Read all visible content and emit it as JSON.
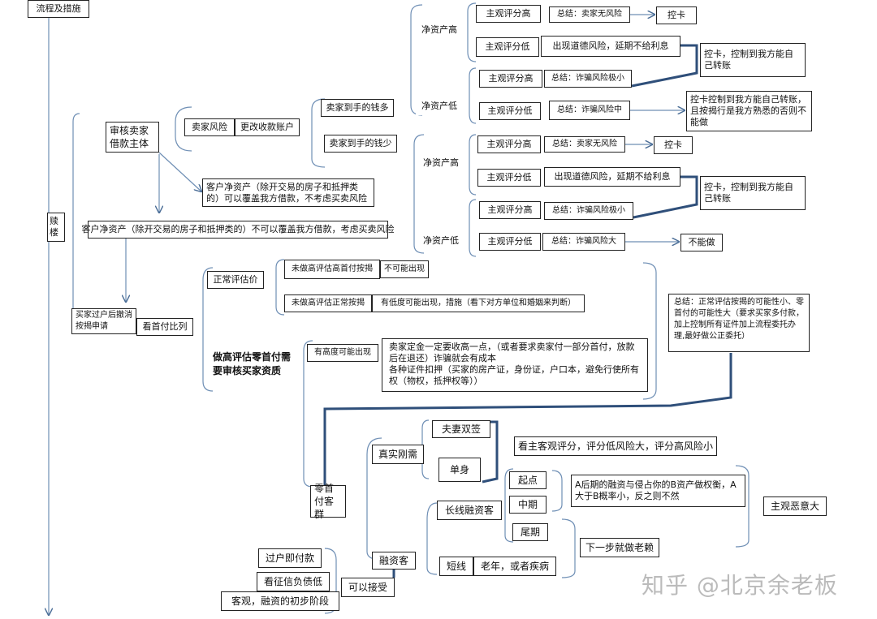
{
  "title": "流程及措施",
  "redeem": "赎楼",
  "seller": {
    "audit": "审核卖家借款主体",
    "risk": "卖家风险",
    "change_account": "更改收款账户",
    "money_more": "卖家到手的钱多",
    "money_less": "卖家到手的钱少",
    "net_cover": "客户净资产（除开交易的房子和抵押类的）可以覆盖我方借款，不考虑买卖风险",
    "net_not_cover": "客户净资产（除开交易的房子和抵押类的）不可以覆盖我方借款，考虑买卖风险"
  },
  "branch_more": {
    "net_high": "净资产高",
    "net_low": "净资产低",
    "rows": [
      {
        "score": "主观评分高",
        "result": "总结：卖家无风险",
        "action": "控卡"
      },
      {
        "score": "主观评分低",
        "result": "出现道德风险，延期不给利息"
      },
      {
        "score": "主观评分高",
        "result": "总结：诈骗风险极小"
      },
      {
        "score": "主观评分低",
        "result": "总结：诈骗风险中"
      }
    ],
    "control_card": "控卡，控制到我方能自己转账",
    "control_full": "控卡控制到我方能自己转账，且按揭行是我方熟悉的否则不能做"
  },
  "branch_less": {
    "net_high": "净资产高",
    "net_low": "净资产低",
    "rows": [
      {
        "score": "主观评分高",
        "result": "总结：卖家无风险",
        "action": "控卡"
      },
      {
        "score": "主观评分低",
        "result": "出现道德风险，延期不给利息"
      },
      {
        "score": "主观评分高",
        "result": "总结：诈骗风险极小"
      },
      {
        "score": "主观评分低",
        "result": "总结：诈骗风险大",
        "action": "不能做"
      }
    ],
    "control_card": "控卡，控制到我方能自己转账"
  },
  "buyer": {
    "cancel": "买家过户后撤消按揭申请",
    "down_ratio": "看首付比列",
    "normal_eval": "正常评估价",
    "no_high_high_down": "未做高评估高首付按揭",
    "impossible": "不可能出现",
    "no_high_normal": "未做高评估正常按揭",
    "low_possible": "有低度可能出现，措施（看下对方单位和婚姻来判断）",
    "high_eval": "做高评估零首付需要审核买家资质",
    "high_possible": "有高度可能出现",
    "measures": "卖家定金一定要收高一点，（或者要求卖家付一部分首付，放款后在退还）诈骗就会有成本\n各种证件扣押（买家的房产证，身份证，户口本，避免行使所有权（物权，抵押权等））",
    "summary": "总结：正常评估按揭的可能性小、零首付的可能性大（要求买家多付款，加上控制所有证件加上流程委托办理,最好做公正委托）"
  },
  "zero": {
    "group": "零首付客群",
    "rigid": "真实刚需",
    "couple": "夫妻双签",
    "single": "单身",
    "score_note": "看主客观评分，评分低风险大，评分高风险小",
    "financing": "融资客",
    "long": "长线融资客",
    "start": "起点",
    "mid": "中期",
    "end": "尾期",
    "ab": "A后期的融资与侵占你的B资产做权衡，A大于B概率小，反之则不然",
    "malice": "主观恶意大",
    "deadbeat": "下一步就做老赖",
    "short": "短线",
    "old": "老年，或者疾病",
    "pay_on_transfer": "过户即付款",
    "low_debt": "看征信负债低",
    "objective": "客观，融资的初步阶段",
    "acceptable": "可以接受"
  },
  "watermark": "知乎 @北京余老板"
}
